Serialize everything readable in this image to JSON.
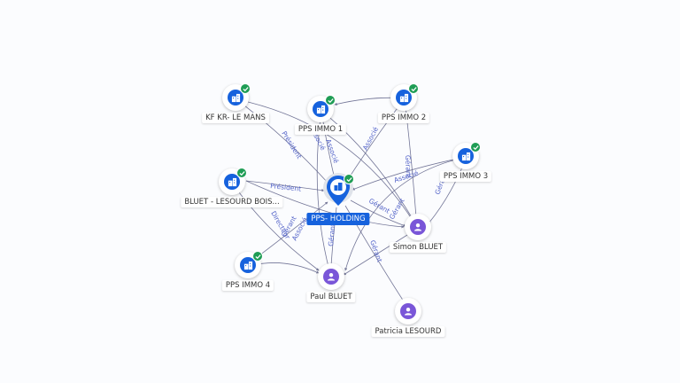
{
  "graph": {
    "nodes": [
      {
        "id": "kf",
        "label": "KF KR- LE MANS",
        "kind": "company",
        "verified": true
      },
      {
        "id": "pps1",
        "label": "PPS IMMO 1",
        "kind": "company",
        "verified": true
      },
      {
        "id": "pps2",
        "label": "PPS IMMO 2",
        "kind": "company",
        "verified": true
      },
      {
        "id": "pps3",
        "label": "PPS IMMO 3",
        "kind": "company",
        "verified": true
      },
      {
        "id": "bluet",
        "label": "BLUET - LESOURD BOIS...",
        "kind": "company",
        "verified": true
      },
      {
        "id": "main",
        "label": "PPS- HOLDING",
        "kind": "main",
        "verified": true
      },
      {
        "id": "pps4",
        "label": "PPS IMMO 4",
        "kind": "company",
        "verified": true
      },
      {
        "id": "simon",
        "label": "Simon BLUET",
        "kind": "person",
        "verified": false
      },
      {
        "id": "paul",
        "label": "Paul BLUET",
        "kind": "person",
        "verified": false
      },
      {
        "id": "patricia",
        "label": "Patricia LESOURD",
        "kind": "person",
        "verified": false
      }
    ],
    "edge_labels": {
      "president": "Président",
      "associe": "Associé",
      "gerant": "Gérant",
      "directeur": "Directeur"
    }
  }
}
